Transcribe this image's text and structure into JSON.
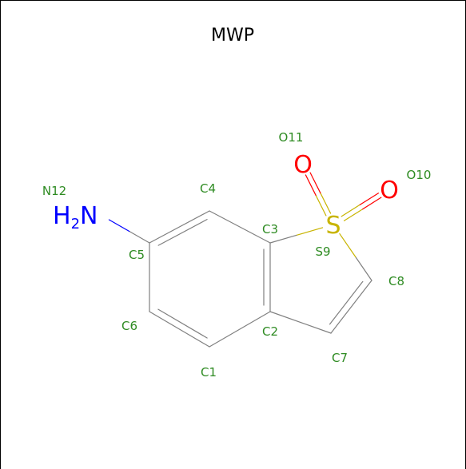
{
  "title": "MWP",
  "colors": {
    "carbon_bond": "#808080",
    "atom_label": "#2e8b22",
    "nitrogen": "#0000ff",
    "oxygen": "#ff0000",
    "sulfur": "#c8b400"
  },
  "atoms": [
    {
      "id": "C1",
      "label": "C1"
    },
    {
      "id": "C2",
      "label": "C2"
    },
    {
      "id": "C3",
      "label": "C3"
    },
    {
      "id": "C4",
      "label": "C4"
    },
    {
      "id": "C5",
      "label": "C5"
    },
    {
      "id": "C6",
      "label": "C6"
    },
    {
      "id": "C7",
      "label": "C7"
    },
    {
      "id": "C8",
      "label": "C8"
    },
    {
      "id": "S9",
      "label": "S9",
      "symbol": "S"
    },
    {
      "id": "O10",
      "label": "O10",
      "symbol": "O"
    },
    {
      "id": "O11",
      "label": "O11",
      "symbol": "O"
    },
    {
      "id": "N12",
      "label": "N12",
      "symbol": "H",
      "subscript": "2",
      "symbol_tail": "N"
    }
  ],
  "bonds": [
    {
      "a": "C1",
      "b": "C2",
      "order": 1
    },
    {
      "a": "C2",
      "b": "C3",
      "order": 2
    },
    {
      "a": "C3",
      "b": "C4",
      "order": 1
    },
    {
      "a": "C4",
      "b": "C5",
      "order": 2
    },
    {
      "a": "C5",
      "b": "C6",
      "order": 1
    },
    {
      "a": "C6",
      "b": "C1",
      "order": 2
    },
    {
      "a": "C2",
      "b": "C7",
      "order": 1
    },
    {
      "a": "C7",
      "b": "C8",
      "order": 2
    },
    {
      "a": "C8",
      "b": "S9",
      "order": 1
    },
    {
      "a": "S9",
      "b": "C3",
      "order": 1
    },
    {
      "a": "S9",
      "b": "O10",
      "order": 2
    },
    {
      "a": "S9",
      "b": "O11",
      "order": 2
    },
    {
      "a": "C5",
      "b": "N12",
      "order": 1
    }
  ]
}
